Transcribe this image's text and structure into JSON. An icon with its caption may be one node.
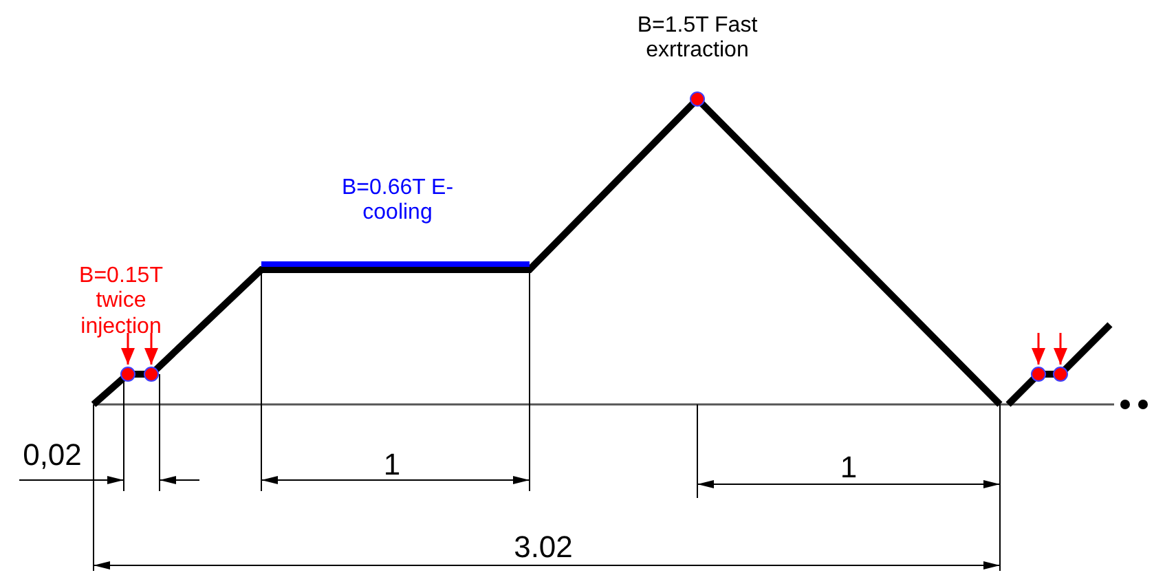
{
  "diagram": {
    "labels": [
      "B=1.5T Fast exrtraction",
      "B=0.66T E-cooling",
      "B=0.15T twice injection",
      "0,02",
      "1",
      "1",
      "3.02"
    ]
  }
}
